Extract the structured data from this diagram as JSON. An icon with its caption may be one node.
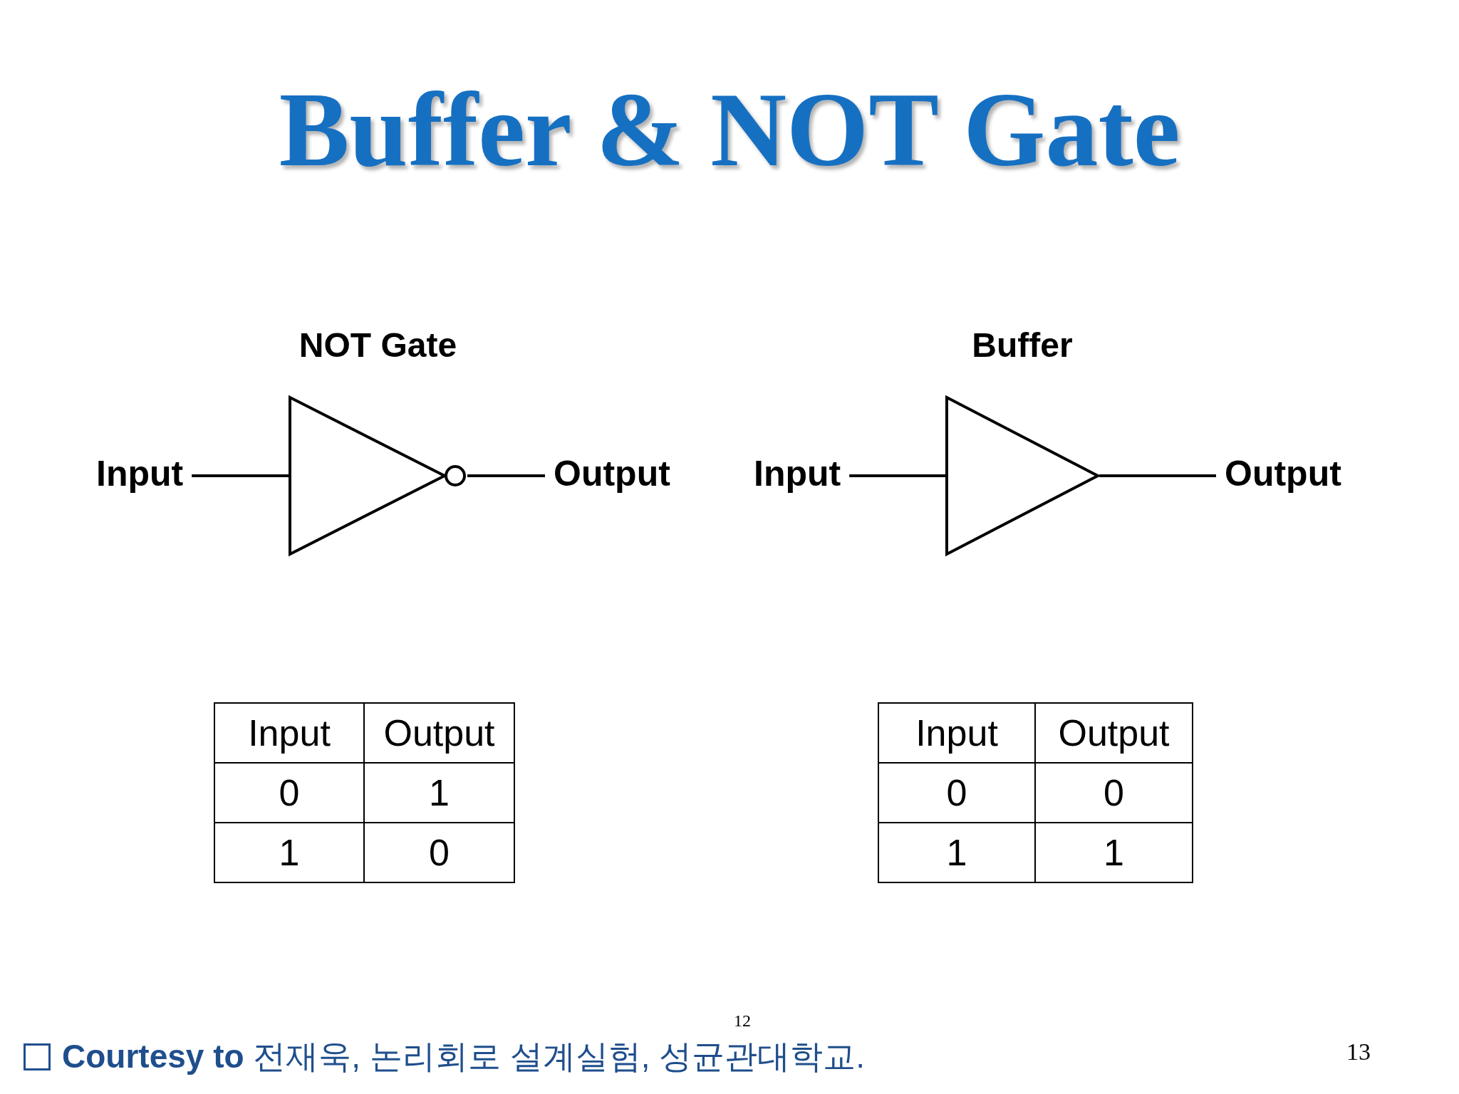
{
  "diagram": {
    "title": "Buffer & NOT Gate",
    "nodes": [
      {
        "text": [
          "Input"
        ]
      },
      {
        "text": [
          "NOT Gate"
        ]
      },
      {
        "text": [
          "Output"
        ]
      },
      {
        "text": [
          "Input"
        ]
      },
      {
        "text": [
          "Buffer"
        ]
      },
      {
        "text": [
          "Output"
        ]
      }
    ],
    "edges": [
      {
        "from": 0,
        "to": 1,
        "arrow": "none"
      },
      {
        "from": 1,
        "to": 2,
        "arrow": "none"
      },
      {
        "from": 3,
        "to": 4,
        "arrow": "none"
      },
      {
        "from": 4,
        "to": 5,
        "arrow": "none"
      }
    ],
    "labels": [
      "Input",
      "Output",
      "0",
      "1",
      "1",
      "0",
      "Input",
      "Output",
      "0",
      "0",
      "1",
      "1",
      "**Courtesy to** 전재욱, 논리회로 설계실험, 성균관대학교.",
      "12",
      "13"
    ]
  }
}
